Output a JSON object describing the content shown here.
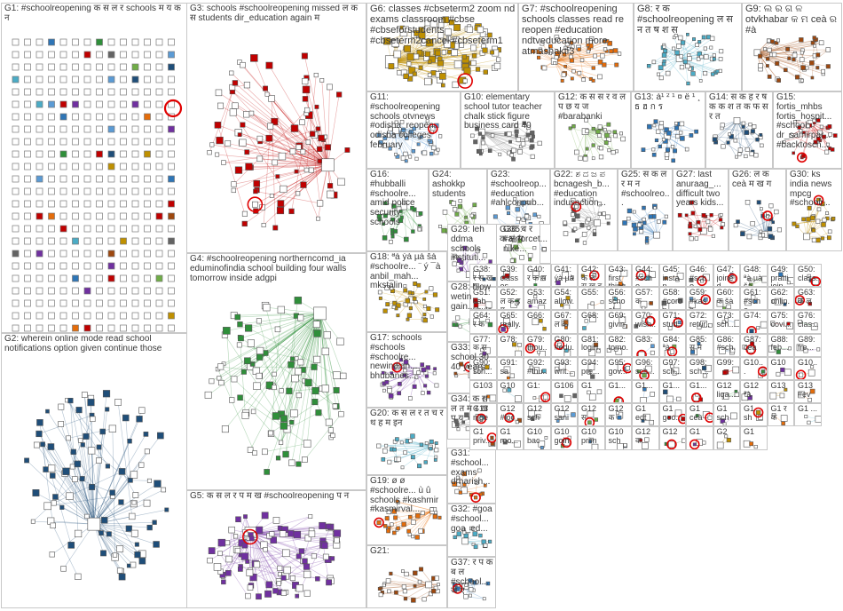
{
  "groups": [
    {
      "id": "G1",
      "label": "G1: #schoolreopening क स ल र schools म य क न"
    },
    {
      "id": "G2",
      "label": "G2: wherein online mode read school notifications option given continue those"
    },
    {
      "id": "G3",
      "label": "G3: schools #schoolreopening missed ल क स students dir_education again म"
    },
    {
      "id": "G4",
      "label": "G4: #schoolreopening northerncomd_ia eduminofindia school building four walls tomorrow inside adgpi"
    },
    {
      "id": "G5",
      "label": "G5: क स ल र प म ख #schoolreopening प न"
    },
    {
      "id": "G6",
      "label": "G6: classes #cbseterm2 zoom nd exams classroom #cbse #cbseforstudents #cbseterm2cancel #cbseterm1"
    },
    {
      "id": "G7",
      "label": "G7: #schoolreopening schools classes read re reopen #education ndtveducation more atmashakti3"
    },
    {
      "id": "G8",
      "label": "G8: र क #schoolreopening ल स न त ष श स"
    },
    {
      "id": "G9",
      "label": "G9: ଲ ର ଗ ଳ otvkhabar କ ମ ceà ର #à"
    },
    {
      "id": "G10",
      "label": "G10: elementary school tutor teacher chalk stick figure business card 40"
    },
    {
      "id": "G11",
      "label": "G11: #schoolreopening schools otvnews #odisha_reopen odisha colleges february"
    },
    {
      "id": "G12",
      "label": "G12: क स स र व ल प छ य ज #barabanki"
    },
    {
      "id": "G13",
      "label": "G13: à¹ ² ¹ ¤ ë ¹ ¸ ธ ฮ ก ร"
    },
    {
      "id": "G14",
      "label": "G14: स क ह र ष क क श त क फ स र त"
    },
    {
      "id": "G15",
      "label": "G15: fortis_mhbs fortis_hospit... #school dr_samirpar... #backtosch..."
    },
    {
      "id": "G16",
      "label": "G16: #hubballi #schoolre... amid police security schools"
    },
    {
      "id": "G17",
      "label": "G17: schools #schools #schoolre... newindian... bhubanes..."
    },
    {
      "id": "G18",
      "label": "G18: ªà ýà µà šà #schoolre... ¨ ý ¯à anbil_mah... mkstalin"
    },
    {
      "id": "G19",
      "label": "G19: ø ø #schoolre... ù û schools #kashmir #kasmirval..."
    },
    {
      "id": "G20",
      "label": "G20: क स ल र त च र थ ह म इन"
    },
    {
      "id": "G21",
      "label": "G21:"
    },
    {
      "id": "G22",
      "label": "G22: ಶ ದ ಜ ಪ bcnagesh_b... #education indusaction..."
    },
    {
      "id": "G23",
      "label": "G23: #schoolreop... #education #ahlconpub..."
    },
    {
      "id": "G24",
      "label": "G24: ashokkp students"
    },
    {
      "id": "G25",
      "label": "G25: स क ल र म न #schoolreo..."
    },
    {
      "id": "G26",
      "label": "G26: ल क ceà म ख ग"
    },
    {
      "id": "G27",
      "label": "G27: last anuraag_... difficult two years kids..."
    },
    {
      "id": "G28",
      "label": "G28: blow wetin gain..."
    },
    {
      "id": "G29",
      "label": "G29: leh ddma schools instituti..."
    },
    {
      "id": "G30",
      "label": "G30: ks india news mpcg #schoolr..."
    },
    {
      "id": "G31",
      "label": "G31: #school... exams drharish..."
    },
    {
      "id": "G32",
      "label": "G32: #goa #school... goa_ed..."
    },
    {
      "id": "G33",
      "label": "G33: school 30 40 years..."
    },
    {
      "id": "G34",
      "label": "G34: क स ल त म र ख प य"
    },
    {
      "id": "G35",
      "label": "G35: #airforcet... nike..."
    },
    {
      "id": "G36",
      "label": "G36: ब र क ल स"
    },
    {
      "id": "G37",
      "label": "G37: र प क ब ल #school... ज ए"
    },
    {
      "id": "G38",
      "label": "G38: र स ख ग"
    },
    {
      "id": "G39",
      "label": "G39: classes delhi..."
    },
    {
      "id": "G40",
      "label": "G40: र क स"
    },
    {
      "id": "G41",
      "label": "G41: ýà µà"
    },
    {
      "id": "G42",
      "label": "G42: क ल स ख द म प च"
    },
    {
      "id": "G43",
      "label": "G43: first thing..."
    },
    {
      "id": "G44",
      "label": "G44: #scho... times"
    },
    {
      "id": "G45",
      "label": "G45: instan... heate..."
    },
    {
      "id": "G46",
      "label": "G46: #scho... island..."
    },
    {
      "id": "G47",
      "label": "G47: joined panel..."
    },
    {
      "id": "G48",
      "label": "G48: ªà µà šà"
    },
    {
      "id": "G49",
      "label": "G49: pratti join..."
    },
    {
      "id": "G50",
      "label": "G50: class... islan..."
    },
    {
      "id": "G51",
      "label": "G51: sab khule..."
    },
    {
      "id": "G52",
      "label": "G52: ल क ह म"
    },
    {
      "id": "G53",
      "label": "G53: amaz... #scho..."
    },
    {
      "id": "G54",
      "label": "G54: allow... gayat..."
    },
    {
      "id": "G55",
      "label": "G55:"
    },
    {
      "id": "G56",
      "label": "G56: school..."
    },
    {
      "id": "G57",
      "label": "G57: क"
    },
    {
      "id": "G58",
      "label": "G58: #coron..."
    },
    {
      "id": "G59",
      "label": "G59: #kash..."
    },
    {
      "id": "G60",
      "label": "G60: क šà"
    },
    {
      "id": "G61",
      "label": "G61: #scho..."
    },
    {
      "id": "G62",
      "label": "G62: onlin..."
    },
    {
      "id": "G63",
      "label": "G63: क ल"
    },
    {
      "id": "G64",
      "label": "G64: र क"
    },
    {
      "id": "G65",
      "label": "G65: really..."
    },
    {
      "id": "G66",
      "label": "G66:"
    },
    {
      "id": "G67",
      "label": "G67: ल क"
    },
    {
      "id": "G68",
      "label": "G68:"
    },
    {
      "id": "G69",
      "label": "G69: givin"
    },
    {
      "id": "G70",
      "label": "G70: wish..."
    },
    {
      "id": "G71",
      "label": "G71: stud..."
    },
    {
      "id": "G72",
      "label": "G72: retur..."
    },
    {
      "id": "G73",
      "label": "G73: sch..."
    },
    {
      "id": "G74",
      "label": "G74:"
    },
    {
      "id": "G75",
      "label": "G75: covi..."
    },
    {
      "id": "G76",
      "label": "G76: clas..."
    },
    {
      "id": "G77",
      "label": "G77: क स"
    },
    {
      "id": "G78",
      "label": "G78:"
    },
    {
      "id": "G79",
      "label": "G79: thou..."
    },
    {
      "id": "G80",
      "label": "G80: #edu..."
    },
    {
      "id": "G81",
      "label": "G81: login..."
    },
    {
      "id": "G82",
      "label": "G82: tomo..."
    },
    {
      "id": "G83",
      "label": "G83:"
    },
    {
      "id": "G84",
      "label": "G84: ªà"
    },
    {
      "id": "G85",
      "label": "G85: स म"
    },
    {
      "id": "G86",
      "label": "G86: #sch..."
    },
    {
      "id": "G87",
      "label": "G87: ceà"
    },
    {
      "id": "G88",
      "label": "G88: feb..."
    },
    {
      "id": "G89",
      "label": "G89: fre..."
    },
    {
      "id": "G90",
      "label": "G90: sch..."
    },
    {
      "id": "G91",
      "label": "G91: sa"
    },
    {
      "id": "G92",
      "label": "G92: #thu..."
    },
    {
      "id": "G93",
      "label": "G93: writ..."
    },
    {
      "id": "G94",
      "label": "G94: pre..."
    },
    {
      "id": "G95",
      "label": "G95: gov..."
    },
    {
      "id": "G96",
      "label": "G96: sch..."
    },
    {
      "id": "G97",
      "label": "G97: sch..."
    },
    {
      "id": "G98",
      "label": "G98: sch..."
    },
    {
      "id": "G99",
      "label": "G99:"
    },
    {
      "id": "G100",
      "label": "G10..."
    },
    {
      "id": "G101",
      "label": "G10"
    },
    {
      "id": "G102",
      "label": "G10..."
    },
    {
      "id": "G103",
      "label": "G103"
    },
    {
      "id": "G104",
      "label": "G10"
    },
    {
      "id": "G105",
      "label": "G1:"
    },
    {
      "id": "G106",
      "label": "G106"
    },
    {
      "id": "G107",
      "label": "G1"
    },
    {
      "id": "G108",
      "label": "G1..."
    },
    {
      "id": "G109",
      "label": "G1..."
    },
    {
      "id": "G110",
      "label": "G1..."
    },
    {
      "id": "G111",
      "label": "G1..."
    },
    {
      "id": "G112",
      "label": "G12 liqa..."
    },
    {
      "id": "G113",
      "label": "G12 ªà"
    },
    {
      "id": "G114",
      "label": "G13"
    },
    {
      "id": "G115",
      "label": "G13 #ev"
    },
    {
      "id": "G116",
      "label": "G13 nige"
    },
    {
      "id": "G117",
      "label": "G12 #loc"
    },
    {
      "id": "G118",
      "label": "G12 sch"
    },
    {
      "id": "G119",
      "label": "G12 sani"
    },
    {
      "id": "G120",
      "label": "G12 स"
    },
    {
      "id": "G121",
      "label": "G12 क"
    },
    {
      "id": "G122",
      "label": "G1 edt"
    },
    {
      "id": "G123",
      "label": "G1 goo..."
    },
    {
      "id": "G124",
      "label": "G1 ceà"
    },
    {
      "id": "G125",
      "label": "G1 sch"
    },
    {
      "id": "G126",
      "label": "G1 sh"
    },
    {
      "id": "G127",
      "label": "G1 र क"
    },
    {
      "id": "G128",
      "label": "G1 ..."
    },
    {
      "id": "G129",
      "label": "G1 priv..."
    },
    {
      "id": "G130",
      "label": "G1 reo..."
    },
    {
      "id": "G131",
      "label": "G10 bac"
    },
    {
      "id": "G132",
      "label": "G10 goin"
    },
    {
      "id": "G133",
      "label": "G10 prim"
    },
    {
      "id": "G134",
      "label": "G10 sch"
    },
    {
      "id": "G135",
      "label": "G12 क"
    },
    {
      "id": "G136",
      "label": "G12"
    },
    {
      "id": "G137",
      "label": "G1"
    },
    {
      "id": "G138",
      "label": "G2"
    },
    {
      "id": "G139",
      "label": "G1"
    }
  ]
}
